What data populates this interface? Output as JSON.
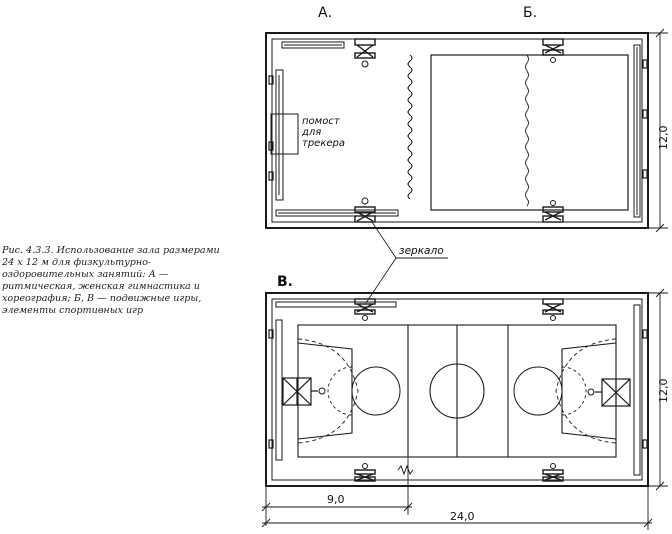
{
  "caption": "Рис. 4.3.3. Использование зала размерами\n24 х 12 м для физкультурно-\nоздоровительных занятий: А —\nритмическая, женская гимнастика и\nхореография; Б, В — подвижные игры,\nэлементы спортивных игр",
  "labels": {
    "a": "А.",
    "b": "Б.",
    "v": "В.",
    "platform_line1": "помост",
    "platform_line2": "для",
    "platform_line3": "трекера",
    "mirror": "зеркало"
  },
  "dimensions": {
    "top_width": "12,0",
    "bottom_width": "12,0",
    "partial_length": "9,0",
    "total_length": "24,0"
  },
  "colors": {
    "ink": "#1a1a1a",
    "caption": "#222222",
    "background": "#ffffff"
  }
}
